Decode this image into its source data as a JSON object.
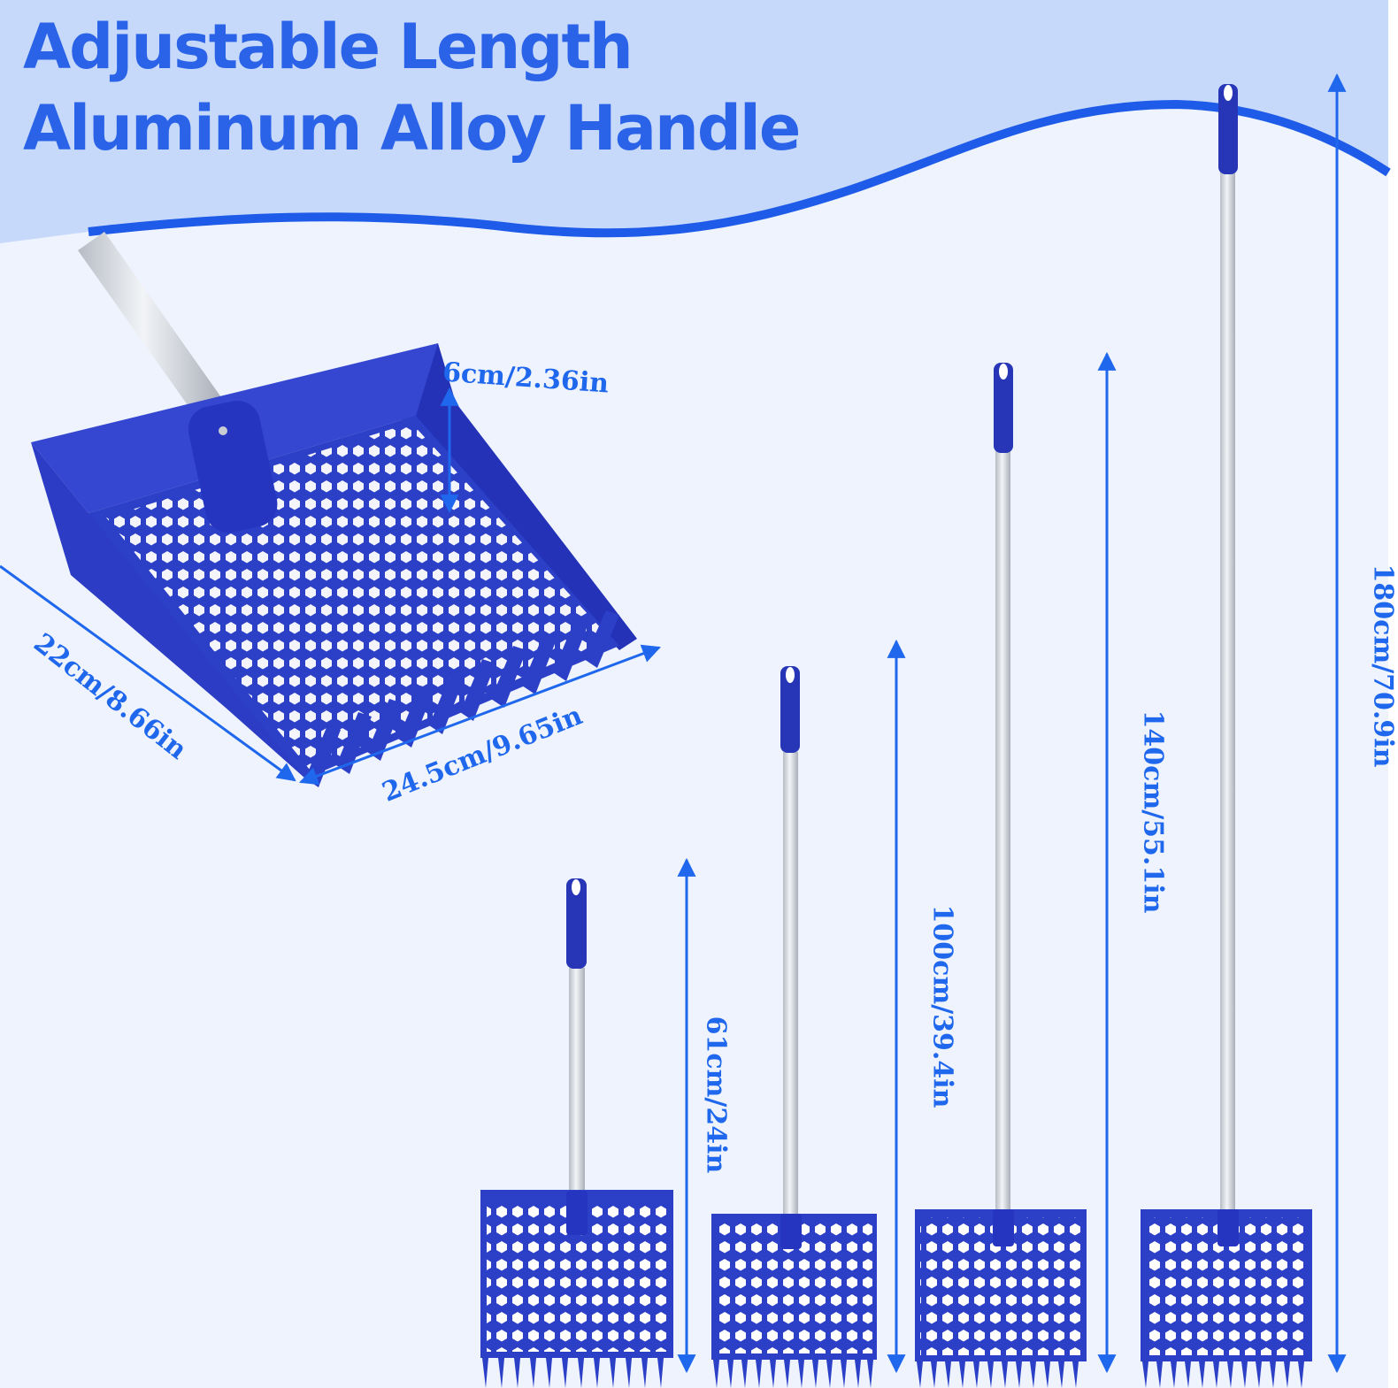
{
  "title": {
    "line1": "Adjustable Length",
    "line2": "Aluminum Alloy Handle"
  },
  "dimensions": {
    "depth": "6cm/2.36in",
    "side": "22cm/8.66in",
    "width": "24.5cm/9.65in",
    "length_61": "61cm/24in",
    "length_100": "100cm/39.4in",
    "length_140": "140cm/55.1in",
    "length_180": "180cm/70.9in"
  },
  "colors": {
    "title": "#2a63e8",
    "dimension_text": "#1f67ec",
    "scoop_blue": "#2b3fc7",
    "handle_silver": "#d4d8df",
    "wave": "#c7d9fb"
  }
}
